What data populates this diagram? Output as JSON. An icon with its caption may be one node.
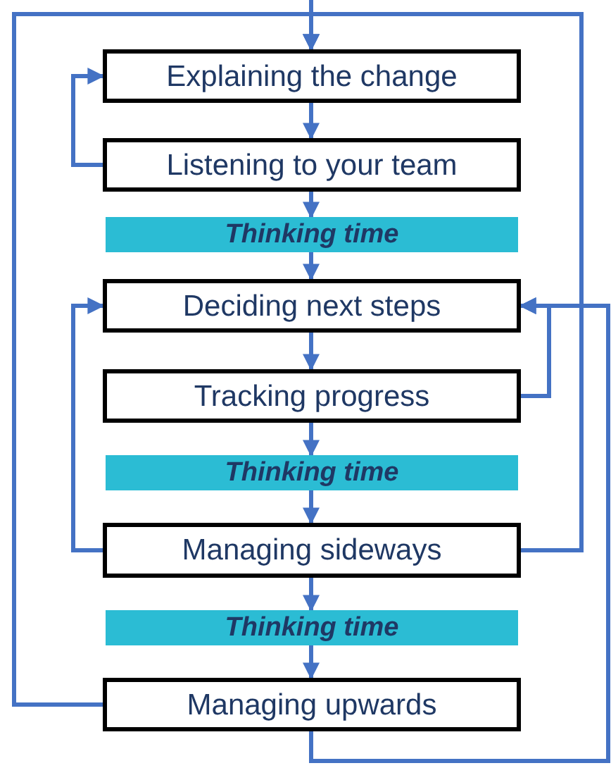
{
  "diagram": {
    "nodes": [
      {
        "text": [
          "Explaining the change"
        ]
      },
      {
        "text": [
          "Listening to your team"
        ]
      },
      {
        "text": [
          "Thinking time"
        ]
      },
      {
        "text": [
          "Deciding next steps"
        ]
      },
      {
        "text": [
          "Tracking progress"
        ]
      },
      {
        "text": [
          "Thinking time"
        ]
      },
      {
        "text": [
          "Managing sideways"
        ]
      },
      {
        "text": [
          "Thinking time"
        ]
      },
      {
        "text": [
          "Managing upwards"
        ]
      }
    ],
    "edges": [
      {
        "from": 0,
        "to": 1,
        "arrow": "to"
      },
      {
        "from": 1,
        "to": 2,
        "arrow": "to"
      },
      {
        "from": 2,
        "to": 3,
        "arrow": "to"
      },
      {
        "from": 3,
        "to": 4,
        "arrow": "to"
      },
      {
        "from": 4,
        "to": 5,
        "arrow": "to"
      },
      {
        "from": 5,
        "to": 6,
        "arrow": "to"
      },
      {
        "from": 6,
        "to": 7,
        "arrow": "to"
      },
      {
        "from": 7,
        "to": 8,
        "arrow": "to"
      },
      {
        "from": 1,
        "to": 0,
        "arrow": "to"
      },
      {
        "from": 6,
        "to": 3,
        "arrow": "to"
      },
      {
        "from": 4,
        "to": 3,
        "arrow": "to"
      },
      {
        "from": 6,
        "to": 0,
        "arrow": "to"
      },
      {
        "from": 8,
        "to": 0,
        "arrow": "to"
      },
      {
        "from": 8,
        "to": 3,
        "arrow": "to"
      },
      {
        "from": null,
        "to": 0,
        "arrow": "to"
      }
    ]
  }
}
